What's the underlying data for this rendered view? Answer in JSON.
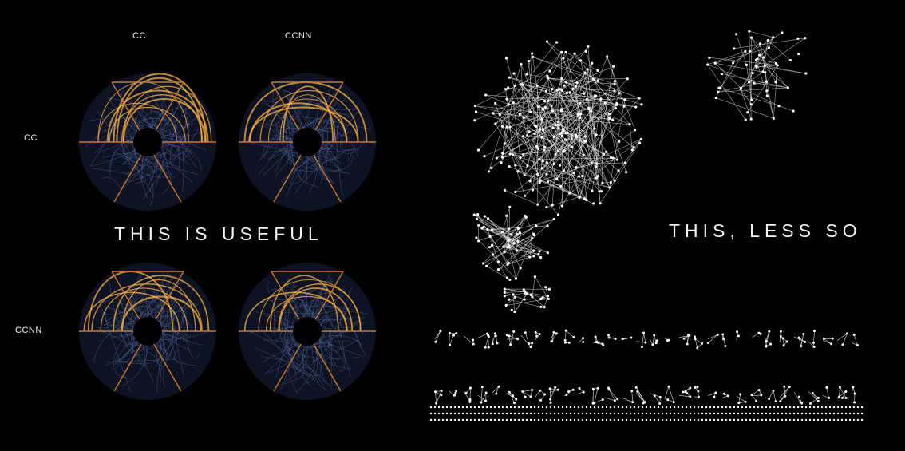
{
  "hive_panel": {
    "column_labels": [
      "CC",
      "CCNN"
    ],
    "row_labels": [
      "CC",
      "CCNN"
    ],
    "caption": "THIS IS USEFUL"
  },
  "network_panel": {
    "caption": "THIS, LESS SO"
  },
  "colors": {
    "background": "#000000",
    "axis": "#c8782a",
    "edge_highlight": "#ffb340",
    "edge_base": "#5a6ea8",
    "disc": "#1a2240",
    "node": "#ffffff"
  }
}
